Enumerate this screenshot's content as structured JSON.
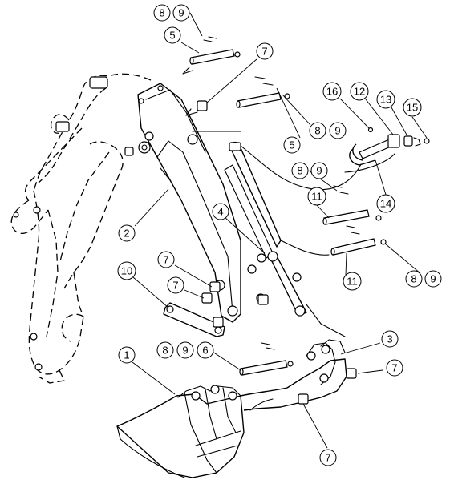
{
  "callouts": [
    {
      "id": "c8a",
      "label": "8"
    },
    {
      "id": "c9a",
      "label": "9"
    },
    {
      "id": "c5a",
      "label": "5"
    },
    {
      "id": "c7a",
      "label": "7"
    },
    {
      "id": "c16",
      "label": "16"
    },
    {
      "id": "c12",
      "label": "12"
    },
    {
      "id": "c13",
      "label": "13"
    },
    {
      "id": "c15",
      "label": "15"
    },
    {
      "id": "c8b",
      "label": "8"
    },
    {
      "id": "c9b",
      "label": "9"
    },
    {
      "id": "c5b",
      "label": "5"
    },
    {
      "id": "c8c",
      "label": "8"
    },
    {
      "id": "c9c",
      "label": "9"
    },
    {
      "id": "c14",
      "label": "14"
    },
    {
      "id": "c11a",
      "label": "11"
    },
    {
      "id": "c4",
      "label": "4"
    },
    {
      "id": "c2",
      "label": "2"
    },
    {
      "id": "c11b",
      "label": "11"
    },
    {
      "id": "c8d",
      "label": "8"
    },
    {
      "id": "c9d",
      "label": "9"
    },
    {
      "id": "c7b",
      "label": "7"
    },
    {
      "id": "c10",
      "label": "10"
    },
    {
      "id": "c7c",
      "label": "7"
    },
    {
      "id": "c8e",
      "label": "8"
    },
    {
      "id": "c9e",
      "label": "9"
    },
    {
      "id": "c6",
      "label": "6"
    },
    {
      "id": "c1",
      "label": "1"
    },
    {
      "id": "c3",
      "label": "3"
    },
    {
      "id": "c7d",
      "label": "7"
    },
    {
      "id": "c7e",
      "label": "7"
    }
  ]
}
